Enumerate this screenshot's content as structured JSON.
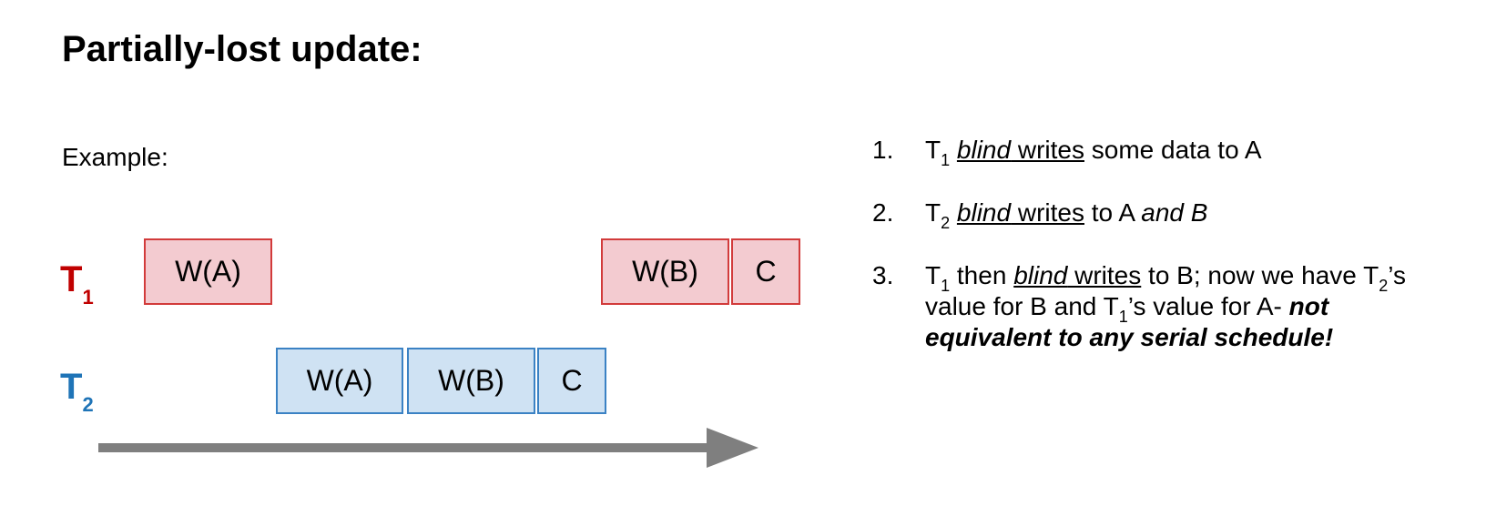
{
  "title": "Partially-lost update:",
  "example_label": "Example:",
  "transactions": {
    "t1": {
      "letter": "T",
      "sub": "1",
      "color": "#c00000"
    },
    "t2": {
      "letter": "T",
      "sub": "2",
      "color": "#1f74b7"
    }
  },
  "operations": {
    "t1": {
      "w_a": "W(A)",
      "w_b": "W(B)",
      "commit": "C"
    },
    "t2": {
      "w_a": "W(A)",
      "w_b": "W(B)",
      "commit": "C"
    }
  },
  "notes": [
    {
      "num": "1.",
      "t_letter": "T",
      "t_sub": "1",
      "blind": "blind",
      "writes": " writes",
      "rest": " some data to A"
    },
    {
      "num": "2.",
      "t_letter": "T",
      "t_sub": "2",
      "blind": "blind",
      "writes": " writes",
      "mid": " to A ",
      "and_b": "and B"
    },
    {
      "num": "3.",
      "t_letter": "T",
      "t_sub": "1",
      "then": " then ",
      "blind": "blind",
      "writes": " writes",
      "p1": " to B; now we have ",
      "t2_letter": "T",
      "t2_sub": "2",
      "p2": "’s value for B and ",
      "t1_letter": "T",
      "t1_sub": "1",
      "p3": "’s value for A- ",
      "emphasis": "not equivalent to any serial schedule!"
    }
  ]
}
